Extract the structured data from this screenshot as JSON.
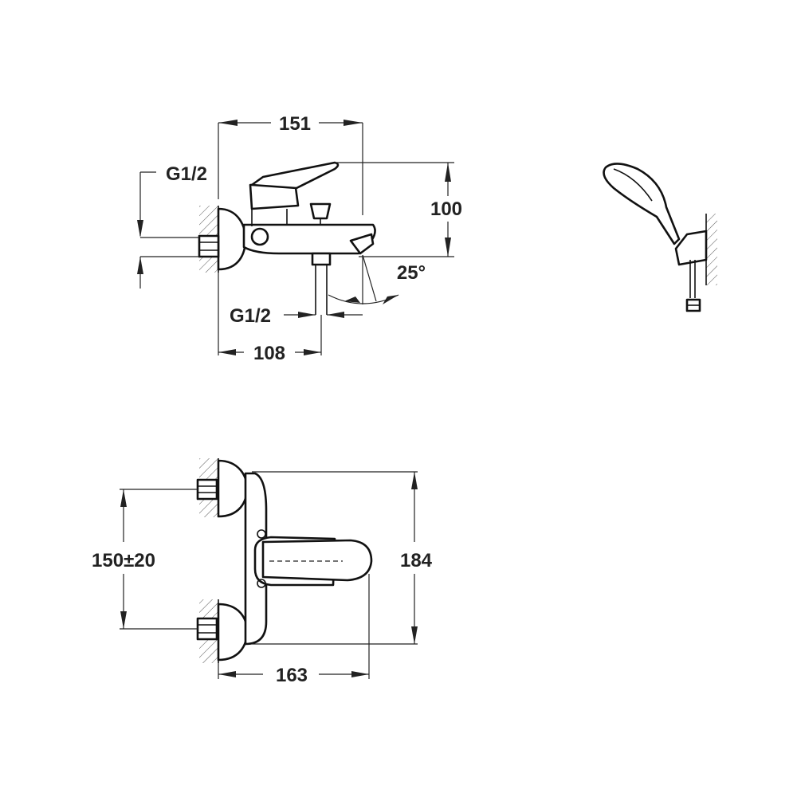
{
  "drawing": {
    "side_view": {
      "width_label": "151",
      "height_label": "100",
      "inlet_thread_label": "G1/2",
      "outlet_thread_label": "G1/2",
      "spout_angle_label": "25°",
      "outlet_offset_label": "108"
    },
    "front_view": {
      "inlet_spacing_label": "150±20",
      "height_label": "184",
      "depth_label": "163"
    },
    "colors": {
      "line": "#111111",
      "background": "#ffffff"
    }
  }
}
